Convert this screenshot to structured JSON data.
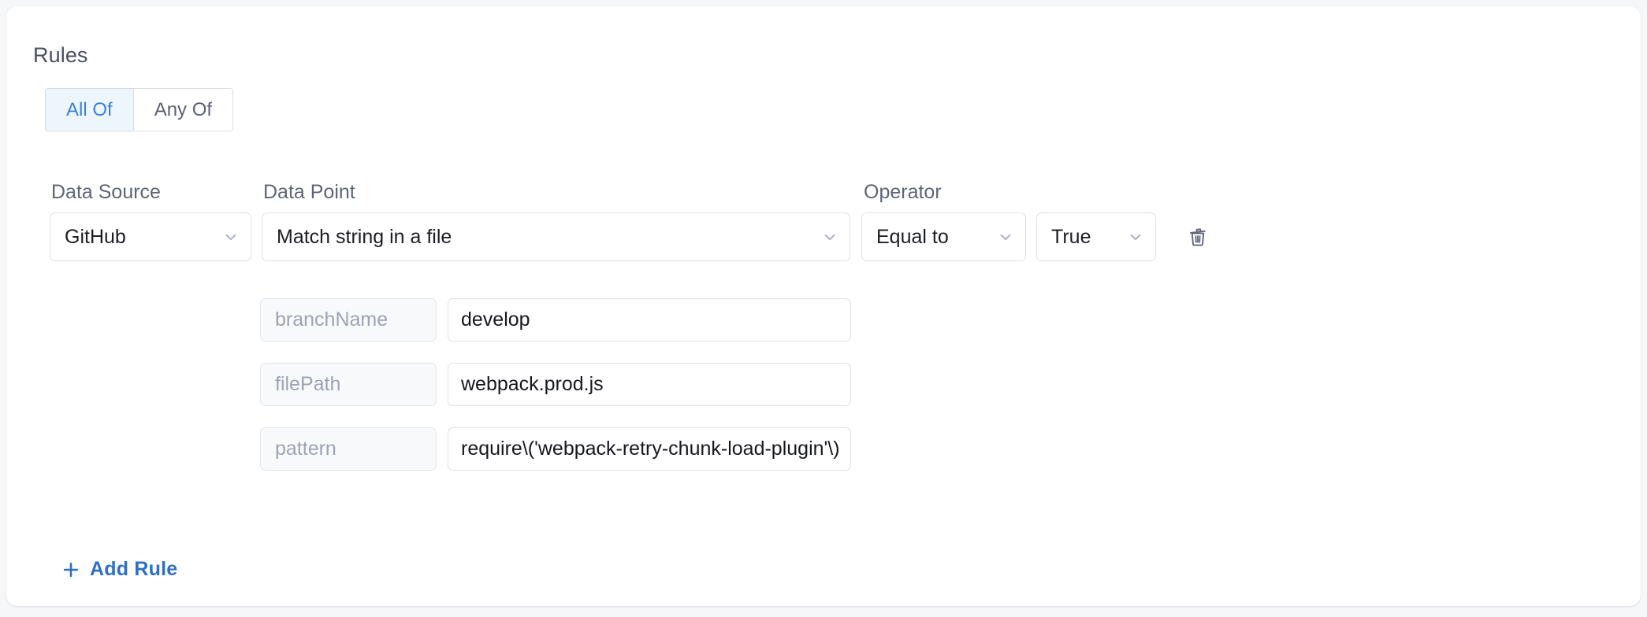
{
  "card": {
    "section_title": "Rules",
    "match_mode": {
      "options": [
        {
          "label": "All Of",
          "active": true
        },
        {
          "label": "Any Of",
          "active": false
        }
      ]
    },
    "columns": {
      "data_source_label": "Data Source",
      "data_point_label": "Data Point",
      "operator_label": "Operator"
    },
    "rule": {
      "data_source": "GitHub",
      "data_point": "Match string in a file",
      "operator": "Equal to",
      "operator_value": "True",
      "delete_icon": "trash-icon",
      "chevron_icon": "chevron-down-icon",
      "parameters": [
        {
          "key": "branchName",
          "value": "develop"
        },
        {
          "key": "filePath",
          "value": "webpack.prod.js"
        },
        {
          "key": "pattern",
          "value": "require\\('webpack-retry-chunk-load-plugin'\\)"
        }
      ]
    },
    "add_rule": {
      "label": "Add Rule",
      "icon": "plus-icon"
    }
  },
  "colors": {
    "page_background": "#f6f7f9",
    "card_background": "#ffffff",
    "accent_blue": "#2f6fc4",
    "toggle_active_background": "#eef6fd",
    "toggle_active_text": "#3b82d6",
    "label_text": "#5f6478",
    "placeholder_text": "#9ea3b4",
    "border": "#dfe1ea"
  }
}
